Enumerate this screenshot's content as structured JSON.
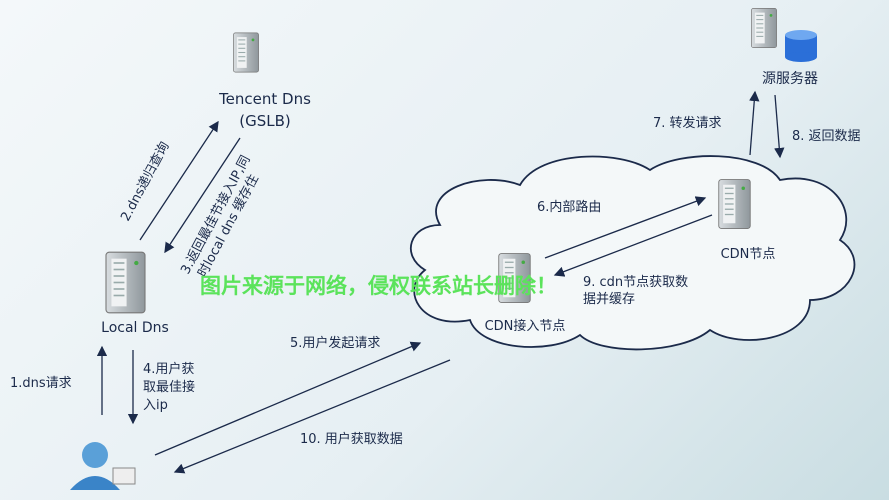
{
  "nodes": {
    "tencent_dns": "Tencent Dns",
    "gslb": "(GSLB)",
    "local_dns": "Local Dns",
    "origin": "源服务器",
    "cdn_node": "CDN节点",
    "cdn_access": "CDN接入节点"
  },
  "steps": {
    "s1": "1.dns请求",
    "s2": "2.dns递归查询",
    "s3a": "3.返回最佳节接入IP,同",
    "s3b": "时local dns 缓存住",
    "s4a": "4.用户获",
    "s4b": "取最佳接",
    "s4c": "入ip",
    "s5": "5.用户发起请求",
    "s6": "6.内部路由",
    "s7": "7. 转发请求",
    "s8": "8. 返回数据",
    "s9a": "9. cdn节点获取数",
    "s9b": "据并缓存",
    "s10": "10. 用户获取数据"
  },
  "watermark": "图片来源于网络，侵权联系站长删除！",
  "colors": {
    "arrow": "#1b2a4a",
    "text": "#1b2a4a",
    "watermark": "#5be35b"
  }
}
